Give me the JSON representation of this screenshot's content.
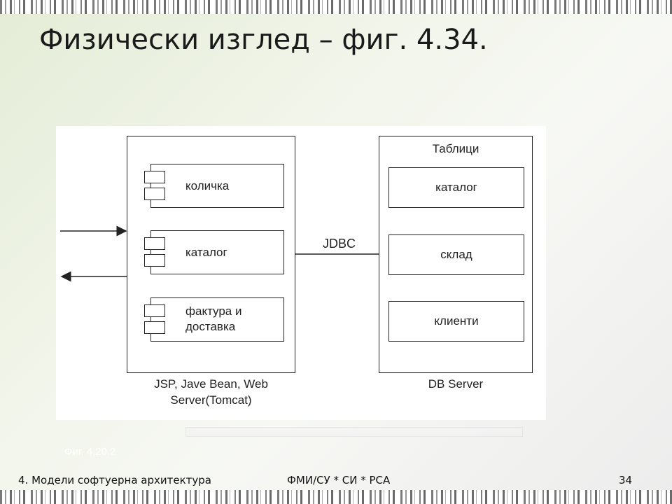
{
  "slide": {
    "title": "Физически изглед – фиг. 4.34.",
    "figure_ref": "Фиг. 4.20.2"
  },
  "diagram": {
    "web_server": {
      "caption_line1": "JSP, Jave Bean, Web",
      "caption_line2": "Server(Tomcat)",
      "components": [
        {
          "label": "количка"
        },
        {
          "label": "каталог"
        },
        {
          "label_line1": "фактура и",
          "label_line2": "доставка"
        }
      ]
    },
    "connection_label": "JDBC",
    "db_server": {
      "caption": "DB Server",
      "tables_title": "Таблици",
      "tables": [
        {
          "label": "каталог"
        },
        {
          "label": "склад"
        },
        {
          "label": "клиенти"
        }
      ]
    }
  },
  "footer": {
    "left": "4. Модели софтуерна архитектура",
    "center": "ФМИ/СУ * СИ * РСА",
    "page_number": "34"
  }
}
